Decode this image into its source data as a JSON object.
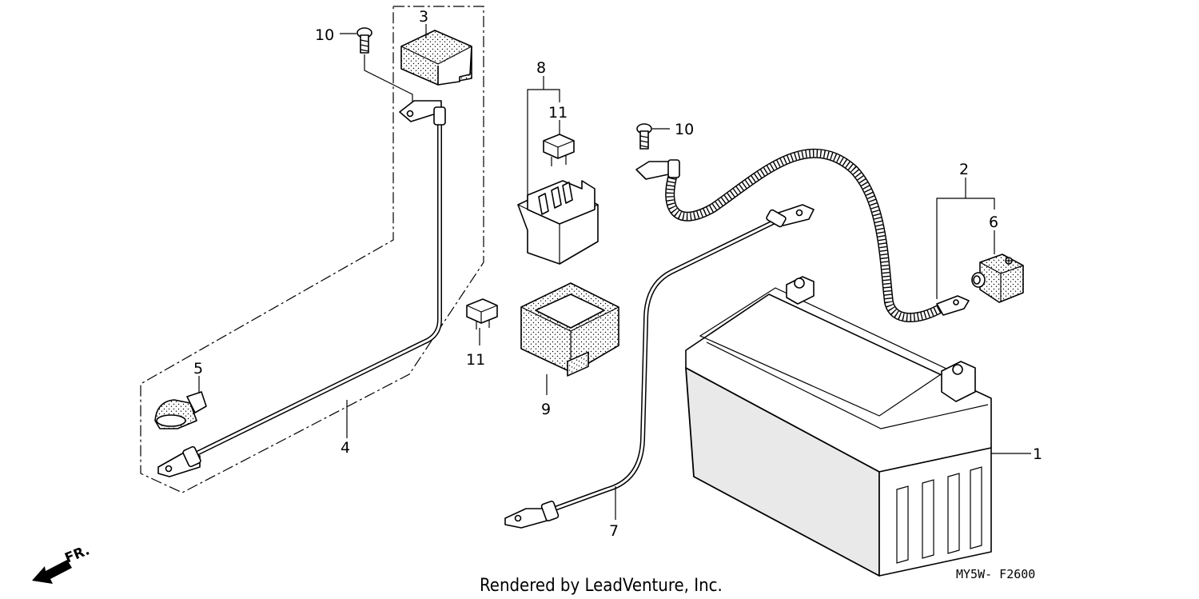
{
  "diagram": {
    "callouts": {
      "c1": "1",
      "c2": "2",
      "c3": "3",
      "c4": "4",
      "c5": "5",
      "c6": "6",
      "c7": "7",
      "c8": "8",
      "c9": "9",
      "c10a": "10",
      "c10b": "10",
      "c11a": "11",
      "c11b": "11"
    },
    "credit": "Rendered by LeadVenture, Inc.",
    "code": "MY5W- F2600",
    "front_label": "FR."
  }
}
